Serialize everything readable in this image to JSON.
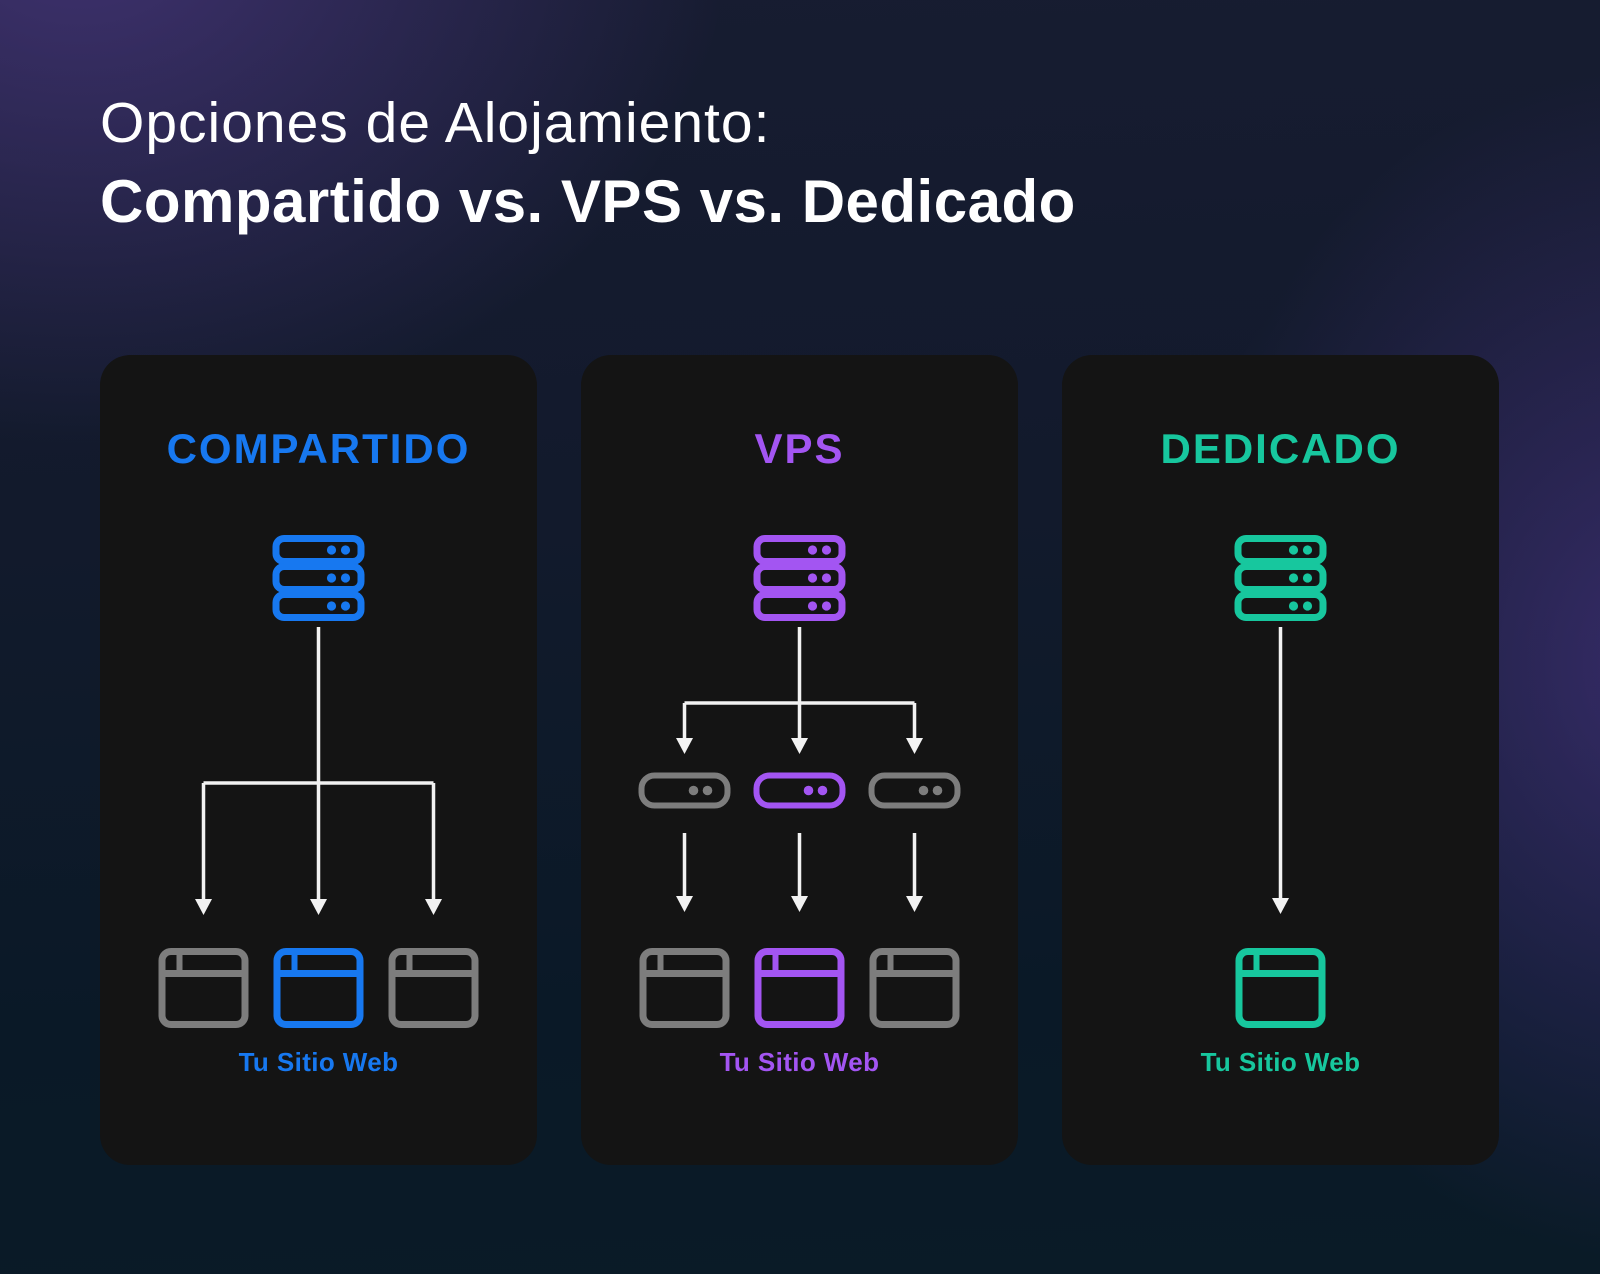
{
  "title": {
    "line1": "Opciones de Alojamiento:",
    "line2": "Compartido vs. VPS vs. Dedicado"
  },
  "cards": [
    {
      "id": "compartido",
      "title": "COMPARTIDO",
      "accent": "#1778F0",
      "site_label": "Tu Sitio Web"
    },
    {
      "id": "vps",
      "title": "VPS",
      "accent": "#A355F2",
      "site_label": "Tu Sitio Web"
    },
    {
      "id": "dedicado",
      "title": "DEDICADO",
      "accent": "#17C79E",
      "site_label": "Tu Sitio Web"
    }
  ],
  "icons": {
    "server": "server-rack-icon",
    "website": "browser-window-icon",
    "vps_slice": "server-slice-icon",
    "connector": "down-arrow-connector"
  },
  "colors": {
    "icon_inactive": "#7D7D7D",
    "connector": "#F2F2F2",
    "card_background": "#141414",
    "title_text": "#FFFFFF"
  }
}
